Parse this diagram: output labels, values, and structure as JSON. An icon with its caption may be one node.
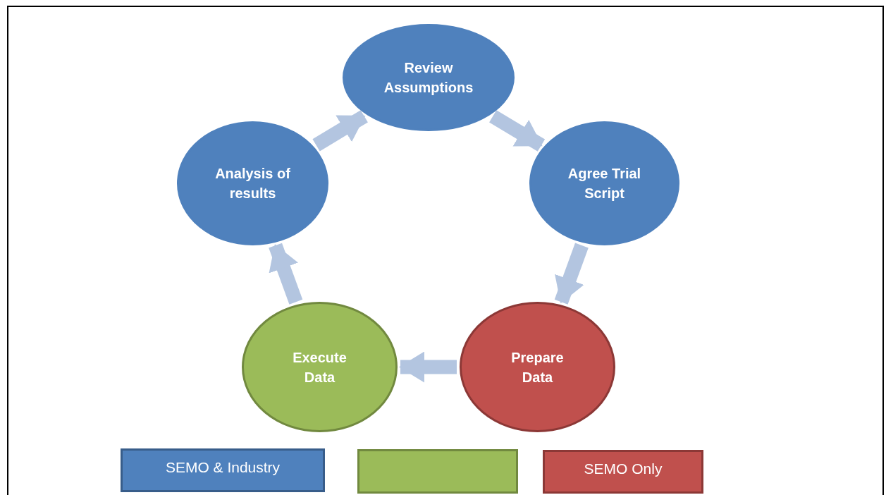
{
  "diagram": {
    "nodes": [
      {
        "text": [
          "Review Assumptions"
        ]
      },
      {
        "text": [
          "Agree Trial Script"
        ]
      },
      {
        "text": [
          "Prepare Data"
        ]
      },
      {
        "text": [
          "Execute Data"
        ]
      },
      {
        "text": [
          "Analysis of results"
        ]
      },
      {
        "text": [
          "SEMO & Industry"
        ]
      },
      {
        "text": [],
        "shape": "box"
      },
      {
        "text": [
          "SEMO Only"
        ]
      }
    ],
    "edges": [
      {
        "from": 0,
        "to": 1,
        "arrow": "to"
      },
      {
        "from": 1,
        "to": 2,
        "arrow": "to"
      },
      {
        "from": 2,
        "to": 3,
        "arrow": "to"
      },
      {
        "from": 3,
        "to": 4,
        "arrow": "to"
      },
      {
        "from": 4,
        "to": 0,
        "arrow": "to"
      }
    ]
  }
}
